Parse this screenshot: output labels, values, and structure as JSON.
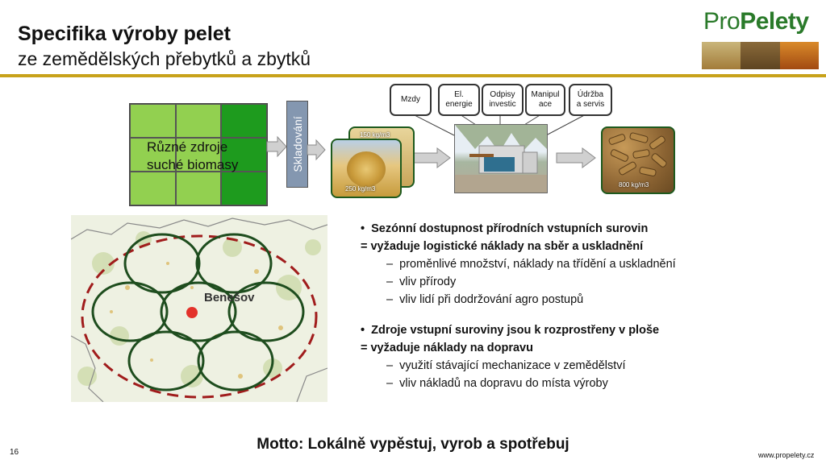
{
  "header": {
    "title": "Specifika výroby pelet",
    "subtitle": "ze zemědělských přebytků a zbytků"
  },
  "logo": {
    "pro": "Pro",
    "peletky": "Pelety"
  },
  "diagram": {
    "biomass_label_line1": "Různé zdroje",
    "biomass_label_line2": "suché biomasy",
    "storage_label": "Skladování",
    "cost_boxes": [
      {
        "line1": "Mzdy",
        "line2": ""
      },
      {
        "line1": "El.",
        "line2": "energie"
      },
      {
        "line1": "Odpisy",
        "line2": "investic"
      },
      {
        "line1": "Manipul",
        "line2": "ace"
      },
      {
        "line1": "Údržba",
        "line2": "a servis"
      }
    ],
    "bale_back_density": "150 kg/m3",
    "bale_front_density": "250 kg/m3",
    "pellet_density": "800 kg/m3"
  },
  "map": {
    "town": "Benešov"
  },
  "bullets": [
    {
      "main": "Sezónní dostupnost přírodních vstupních surovin",
      "consequence": "= vyžaduje logistické náklady na sběr a uskladnění",
      "subs": [
        "proměnlivé množství, náklady na třídění a uskladnění",
        "vliv přírody",
        "vliv lidí při dodržování agro postupů"
      ]
    },
    {
      "main": "Zdroje vstupní suroviny jsou k rozprostřeny v ploše",
      "consequence": "= vyžaduje náklady na dopravu",
      "subs": [
        "využití stávající mechanizace v zemědělství",
        "vliv nákladů na dopravu do místa výroby"
      ]
    }
  ],
  "footer": {
    "motto": "Motto: Lokálně vypěstuj, vyrob a spotřebuj",
    "page_number": "16",
    "url": "www.propelety.cz"
  },
  "colors": {
    "accent_rule": "#c8a21a",
    "light_green": "#92d050",
    "dark_green": "#1e9b1e",
    "storage_bar": "#8497b0",
    "circle_stroke": "#1e4d1e",
    "dashed_circle": "#a01c1c"
  }
}
